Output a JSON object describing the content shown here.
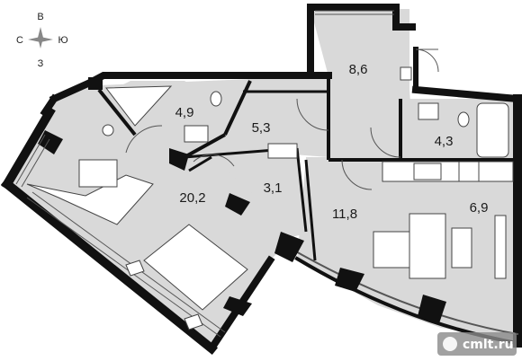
{
  "compass": {
    "north": "В",
    "west": "С",
    "east": "Ю",
    "south": "З"
  },
  "rooms": [
    {
      "id": "room-8-6",
      "area": "8,6"
    },
    {
      "id": "room-4-9",
      "area": "4,9"
    },
    {
      "id": "room-5-3",
      "area": "5,3"
    },
    {
      "id": "room-4-3",
      "area": "4,3"
    },
    {
      "id": "room-3-1",
      "area": "3,1"
    },
    {
      "id": "room-20-2",
      "area": "20,2"
    },
    {
      "id": "room-11-8",
      "area": "11,8"
    },
    {
      "id": "room-6-9",
      "area": "6,9"
    }
  ],
  "watermark": {
    "text": "cmlt.ru"
  },
  "colors": {
    "floor": "#d9d9d9",
    "wall": "#111111",
    "furniture": "#ffffff",
    "line": "#555555"
  }
}
